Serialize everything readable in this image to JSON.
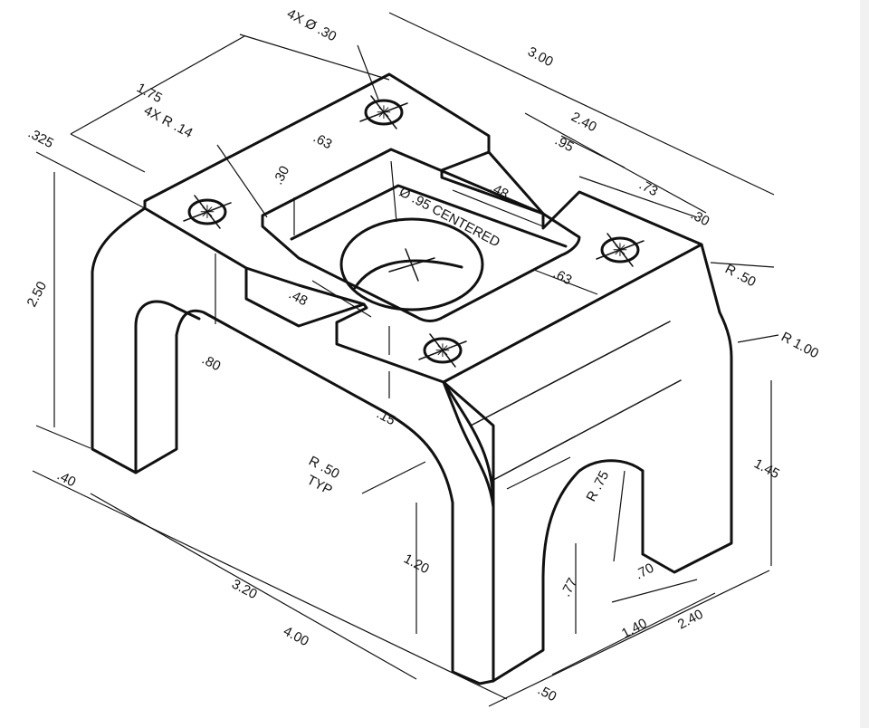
{
  "dimensions": {
    "holes": "4X Ø .30",
    "radius_corner": "4X R .14",
    "d175": "1.75",
    "d325": ".325",
    "d300": "3.00",
    "d240t": "2.40",
    "d95": ".95",
    "d73": ".73",
    "d30r": ".30",
    "d63a": ".63",
    "d63b": ".63",
    "d30p": ".30",
    "d48a": ".48",
    "d48b": ".48",
    "bore": "Ø .95 CENTERED",
    "d250": "2.50",
    "d80": ".80",
    "d15": ".15",
    "r50a": "R .50",
    "r100": "R 1.00",
    "r50typ": "R .50",
    "typ": "TYP",
    "d145": "1.45",
    "r75": "R .75",
    "d77": ".77",
    "d70": ".70",
    "d120": "1.20",
    "d40": ".40",
    "d320": "3.20",
    "d400": "4.00",
    "d50": ".50",
    "d140": "1.40",
    "d240b": "2.40"
  }
}
